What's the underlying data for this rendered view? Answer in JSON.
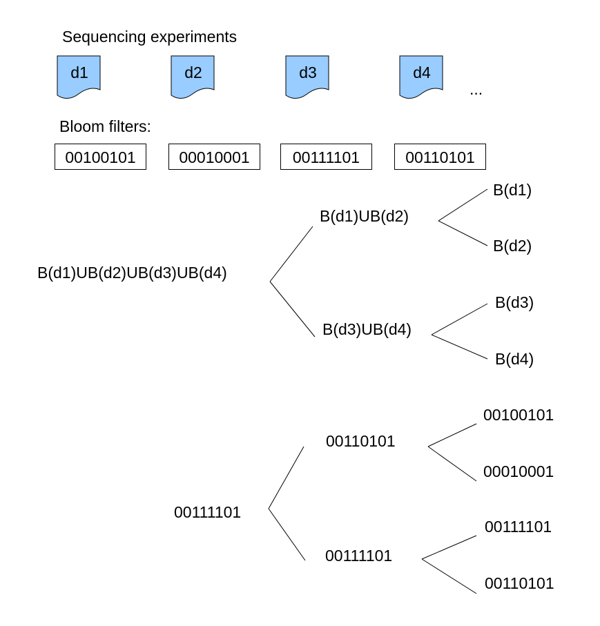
{
  "heading_experiments": "Sequencing experiments",
  "experiments": [
    {
      "label": "d1"
    },
    {
      "label": "d2"
    },
    {
      "label": "d3"
    },
    {
      "label": "d4"
    }
  ],
  "ellipsis": "...",
  "heading_bloom": "Bloom filters:",
  "bloom_filters": [
    "00100101",
    "00010001",
    "00111101",
    "00110101"
  ],
  "tree_symbolic": {
    "root": "B(d1)UB(d2)UB(d3)UB(d4)",
    "left": "B(d1)UB(d2)",
    "right": "B(d3)UB(d4)",
    "leaves": [
      "B(d1)",
      "B(d2)",
      "B(d3)",
      "B(d4)"
    ]
  },
  "tree_bits": {
    "root": "00111101",
    "left": "00110101",
    "right": "00111101",
    "leaves": [
      "00100101",
      "00010001",
      "00111101",
      "00110101"
    ]
  },
  "colors": {
    "document_fill": "#99ccff",
    "line": "#000000"
  }
}
